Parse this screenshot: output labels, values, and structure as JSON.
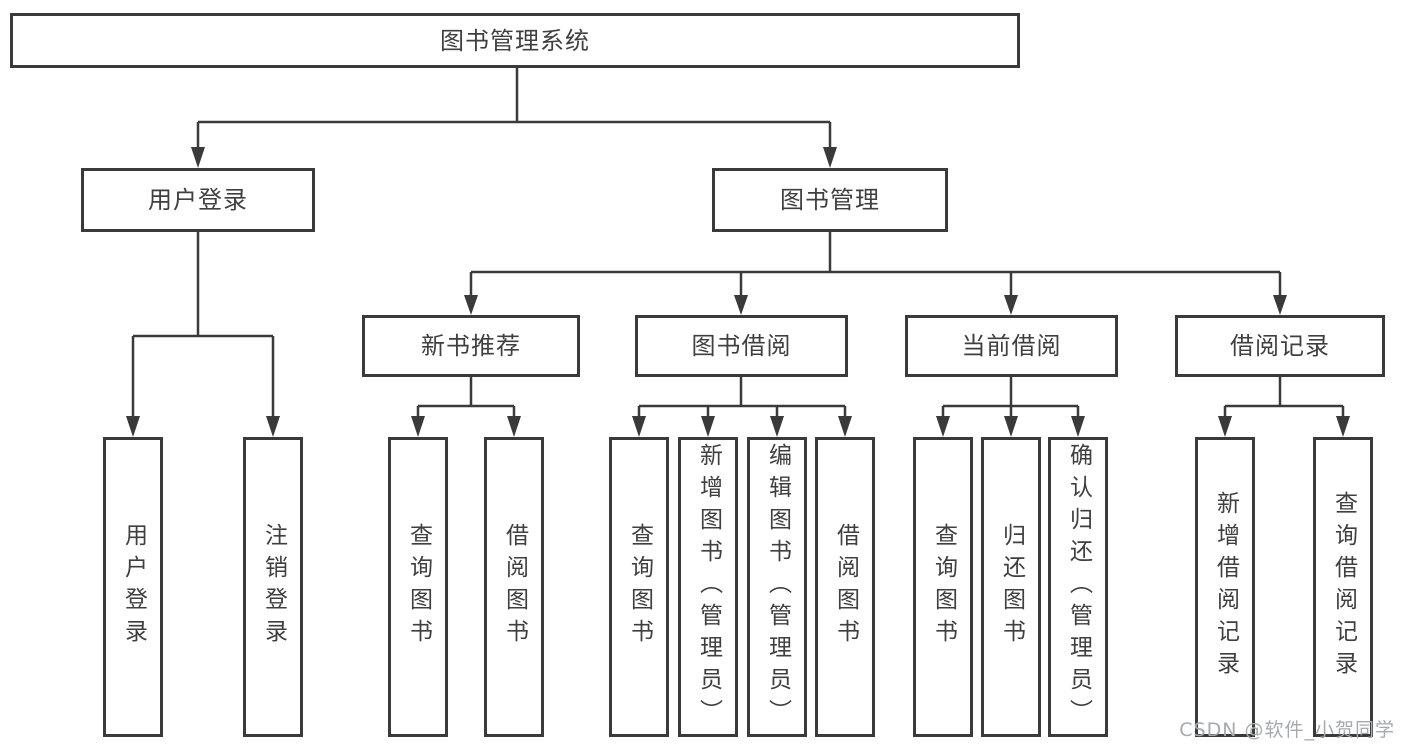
{
  "watermark": {
    "text": "CSDN @软件_小贺同学"
  },
  "colors": {
    "line": "#3a3a3a",
    "text": "#3f3f3f",
    "background": "#ffffff",
    "watermark": "#a7aaac"
  },
  "tree": {
    "root": {
      "label": "图书管理系统"
    },
    "branches": [
      {
        "label": "用户登录",
        "children": [
          {
            "label": "用户登录"
          },
          {
            "label": "注销登录"
          }
        ]
      },
      {
        "label": "图书管理",
        "sections": [
          {
            "label": "新书推荐",
            "children": [
              {
                "label": "查询图书"
              },
              {
                "label": "借阅图书"
              }
            ]
          },
          {
            "label": "图书借阅",
            "children": [
              {
                "label": "查询图书"
              },
              {
                "label": "新增图书（管理员）"
              },
              {
                "label": "编辑图书（管理员）"
              },
              {
                "label": "借阅图书"
              }
            ]
          },
          {
            "label": "当前借阅",
            "children": [
              {
                "label": "查询图书"
              },
              {
                "label": "归还图书"
              },
              {
                "label": "确认归还（管理员）"
              }
            ]
          },
          {
            "label": "借阅记录",
            "children": [
              {
                "label": "新增借阅记录"
              },
              {
                "label": "查询借阅记录"
              }
            ]
          }
        ]
      }
    ]
  }
}
